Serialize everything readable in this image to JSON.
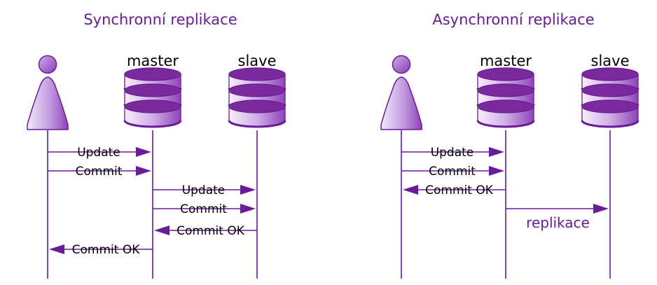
{
  "colors": {
    "accent": "#6a1b9a",
    "title": "#6a1a9a",
    "fill_light": "#e6d6f3",
    "fill_dark": "#7b2a9e",
    "text": "#000000",
    "background": "#ffffff"
  },
  "panels": [
    {
      "id": "sync",
      "title": "Synchronní replikace",
      "actors": {
        "user": {
          "icon": "user-icon"
        },
        "master": {
          "label": "master",
          "icon": "database-icon"
        },
        "slave": {
          "label": "slave",
          "icon": "database-icon"
        }
      },
      "messages": [
        {
          "label": "Update",
          "from": "user",
          "to": "master"
        },
        {
          "label": "Commit",
          "from": "user",
          "to": "master"
        },
        {
          "label": "Update",
          "from": "master",
          "to": "slave"
        },
        {
          "label": "Commit",
          "from": "master",
          "to": "slave"
        },
        {
          "label": "Commit OK",
          "from": "slave",
          "to": "master"
        },
        {
          "label": "Commit OK",
          "from": "master",
          "to": "user"
        }
      ]
    },
    {
      "id": "async",
      "title": "Asynchronní replikace",
      "actors": {
        "user": {
          "icon": "user-icon"
        },
        "master": {
          "label": "master",
          "icon": "database-icon"
        },
        "slave": {
          "label": "slave",
          "icon": "database-icon"
        }
      },
      "messages": [
        {
          "label": "Update",
          "from": "user",
          "to": "master"
        },
        {
          "label": "Commit",
          "from": "user",
          "to": "master"
        },
        {
          "label": "Commit OK",
          "from": "master",
          "to": "user"
        },
        {
          "label": "replikace",
          "from": "master",
          "to": "slave",
          "label_position": "below"
        }
      ]
    }
  ]
}
